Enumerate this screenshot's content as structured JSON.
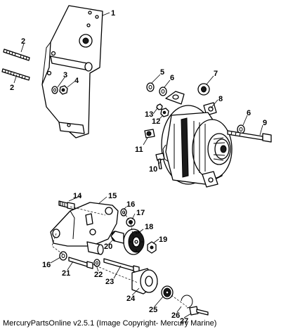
{
  "callouts": {
    "c1": "1",
    "c2a": "2",
    "c2b": "2",
    "c3": "3",
    "c4": "4",
    "c5": "5",
    "c6a": "6",
    "c6b": "6",
    "c7": "7",
    "c8": "8",
    "c9": "9",
    "c10": "10",
    "c11": "11",
    "c12": "12",
    "c13": "13",
    "c14": "14",
    "c15": "15",
    "c16a": "16",
    "c16b": "16",
    "c17": "17",
    "c18": "18",
    "c19": "19",
    "c20": "20",
    "c21": "21",
    "c22": "22",
    "c23": "23",
    "c24": "24",
    "c25": "25",
    "c26": "26",
    "c27": "27"
  },
  "footer": "MercuryPartsOnline v2.5.1 (Image Copyright- Mercury Marine)"
}
